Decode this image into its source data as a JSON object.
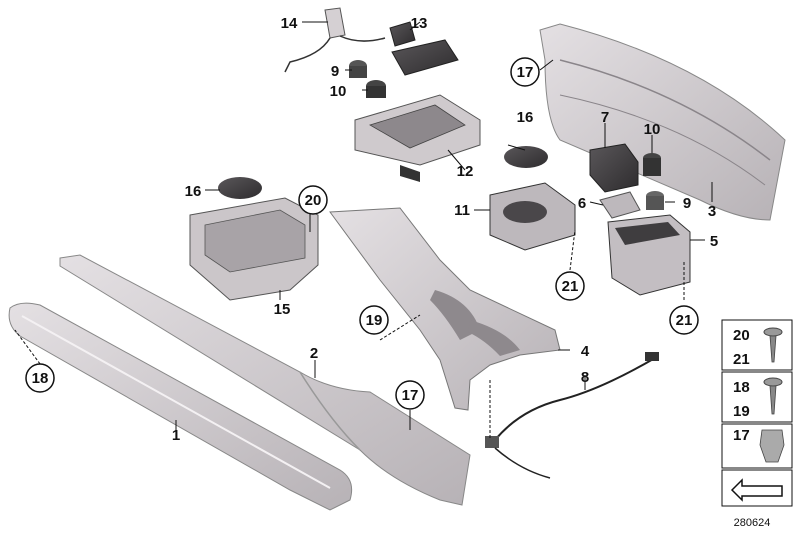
{
  "diagram": {
    "part_numbers": {
      "p1": "1",
      "p2": "2",
      "p3": "3",
      "p4": "4",
      "p5": "5",
      "p6": "6",
      "p7": "7",
      "p8": "8",
      "p9a": "9",
      "p9b": "9",
      "p10a": "10",
      "p10b": "10",
      "p11": "11",
      "p12": "12",
      "p13": "13",
      "p14": "14",
      "p15": "15",
      "p16a": "16",
      "p16b": "16"
    },
    "circled_numbers": {
      "c17a": "17",
      "c17b": "17",
      "c18": "18",
      "c19": "19",
      "c20": "20",
      "c21a": "21",
      "c21b": "21"
    },
    "legend": {
      "box1_top": "20",
      "box1_bottom": "21",
      "box2_top": "18",
      "box2_bottom": "19",
      "box3": "17"
    },
    "reference_number": "280624",
    "colors": {
      "part_fill": "#c8c3c7",
      "part_dark": "#6e6a6e",
      "line": "#111111"
    }
  }
}
